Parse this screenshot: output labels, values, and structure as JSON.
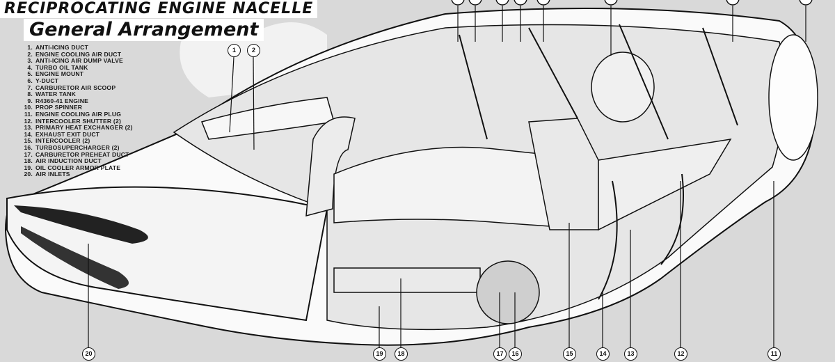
{
  "title": {
    "top_line": "RECIPROCATING ENGINE NACELLE",
    "main": "General Arrangement"
  },
  "legend": [
    {
      "num": "1.",
      "label": "ANTI-ICING DUCT"
    },
    {
      "num": "2.",
      "label": "ENGINE COOLING AIR DUCT"
    },
    {
      "num": "3.",
      "label": "ANTI-ICING AIR DUMP VALVE"
    },
    {
      "num": "4.",
      "label": "TURBO OIL TANK"
    },
    {
      "num": "5.",
      "label": "ENGINE MOUNT"
    },
    {
      "num": "6.",
      "label": "Y-DUCT"
    },
    {
      "num": "7.",
      "label": "CARBURETOR AIR SCOOP"
    },
    {
      "num": "8.",
      "label": "WATER TANK"
    },
    {
      "num": "9.",
      "label": "R4360-41 ENGINE"
    },
    {
      "num": "10.",
      "label": "PROP SPINNER"
    },
    {
      "num": "11.",
      "label": "ENGINE COOLING AIR PLUG"
    },
    {
      "num": "12.",
      "label": "INTERCOOLER SHUTTER (2)"
    },
    {
      "num": "13.",
      "label": "PRIMARY HEAT EXCHANGER (2)"
    },
    {
      "num": "14.",
      "label": "EXHAUST EXIT DUCT"
    },
    {
      "num": "15.",
      "label": "INTERCOOLER (2)"
    },
    {
      "num": "16.",
      "label": "TURBOSUPERCHARGER (2)"
    },
    {
      "num": "17.",
      "label": "CARBURETOR PREHEAT DUCT"
    },
    {
      "num": "18.",
      "label": "AIR INDUCTION DUCT"
    },
    {
      "num": "19.",
      "label": "OIL COOLER ARMOR PLATE"
    },
    {
      "num": "20.",
      "label": "AIR INLETS"
    }
  ],
  "callouts": {
    "c1": "1",
    "c2": "2",
    "c11": "11",
    "c12": "12",
    "c13": "13",
    "c14": "14",
    "c15": "15",
    "c16": "16",
    "c17": "17",
    "c18": "18",
    "c19": "19",
    "c20": "20"
  }
}
